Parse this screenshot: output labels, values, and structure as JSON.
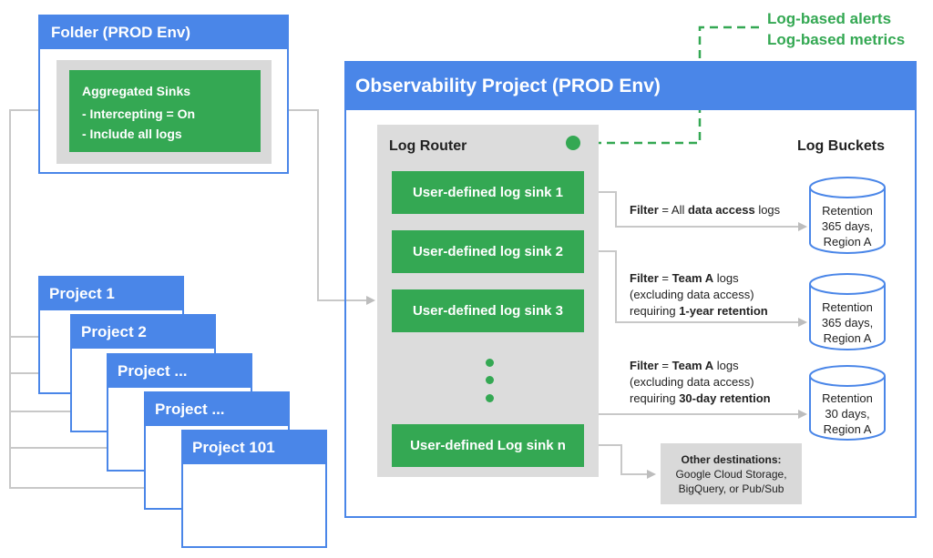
{
  "folder": {
    "title": "Folder (PROD Env)",
    "sinks_title": "Aggregated Sinks",
    "sinks_line1": "- Intercepting = On",
    "sinks_line2": "- Include all logs"
  },
  "projects": [
    "Project 1",
    "Project 2",
    "Project ...",
    "Project ...",
    "Project 101"
  ],
  "observability": {
    "title": "Observability Project (PROD Env)"
  },
  "log_router": {
    "title": "Log Router",
    "sinks": [
      "User-defined log sink 1",
      "User-defined log sink 2",
      "User-defined log sink 3",
      "User-defined Log sink n"
    ]
  },
  "alerts": {
    "line1": "Log-based alerts",
    "line2": "Log-based metrics"
  },
  "log_buckets": {
    "title": "Log Buckets"
  },
  "filters": {
    "f1": {
      "bold1": "Filter",
      "t1": " = All ",
      "bold2": "data access",
      "t2": " logs"
    },
    "f2": {
      "bold1": "Filter",
      "t1": " = ",
      "bold2": "Team A",
      "t2": " logs",
      "line2": "(excluding data access)",
      "line3_pre": "requiring ",
      "line3_bold": "1-year retention"
    },
    "f3": {
      "bold1": "Filter",
      "t1": " = ",
      "bold2": "Team A",
      "t2": " logs",
      "line2": "(excluding data access)",
      "line3_pre": "requiring ",
      "line3_bold": "30-day retention"
    }
  },
  "buckets": [
    {
      "l1": "Retention",
      "l2": "365 days,",
      "l3": "Region A"
    },
    {
      "l1": "Retention",
      "l2": "365 days,",
      "l3": "Region A"
    },
    {
      "l1": "Retention",
      "l2": "30 days,",
      "l3": "Region A"
    }
  ],
  "other": {
    "title": "Other destinations:",
    "line1": "Google Cloud Storage,",
    "line2": "BigQuery, or Pub/Sub"
  },
  "colors": {
    "blue": "#4a86e8",
    "green": "#34a853",
    "gray": "#d9d9d9",
    "line": "#bdbdbd"
  }
}
